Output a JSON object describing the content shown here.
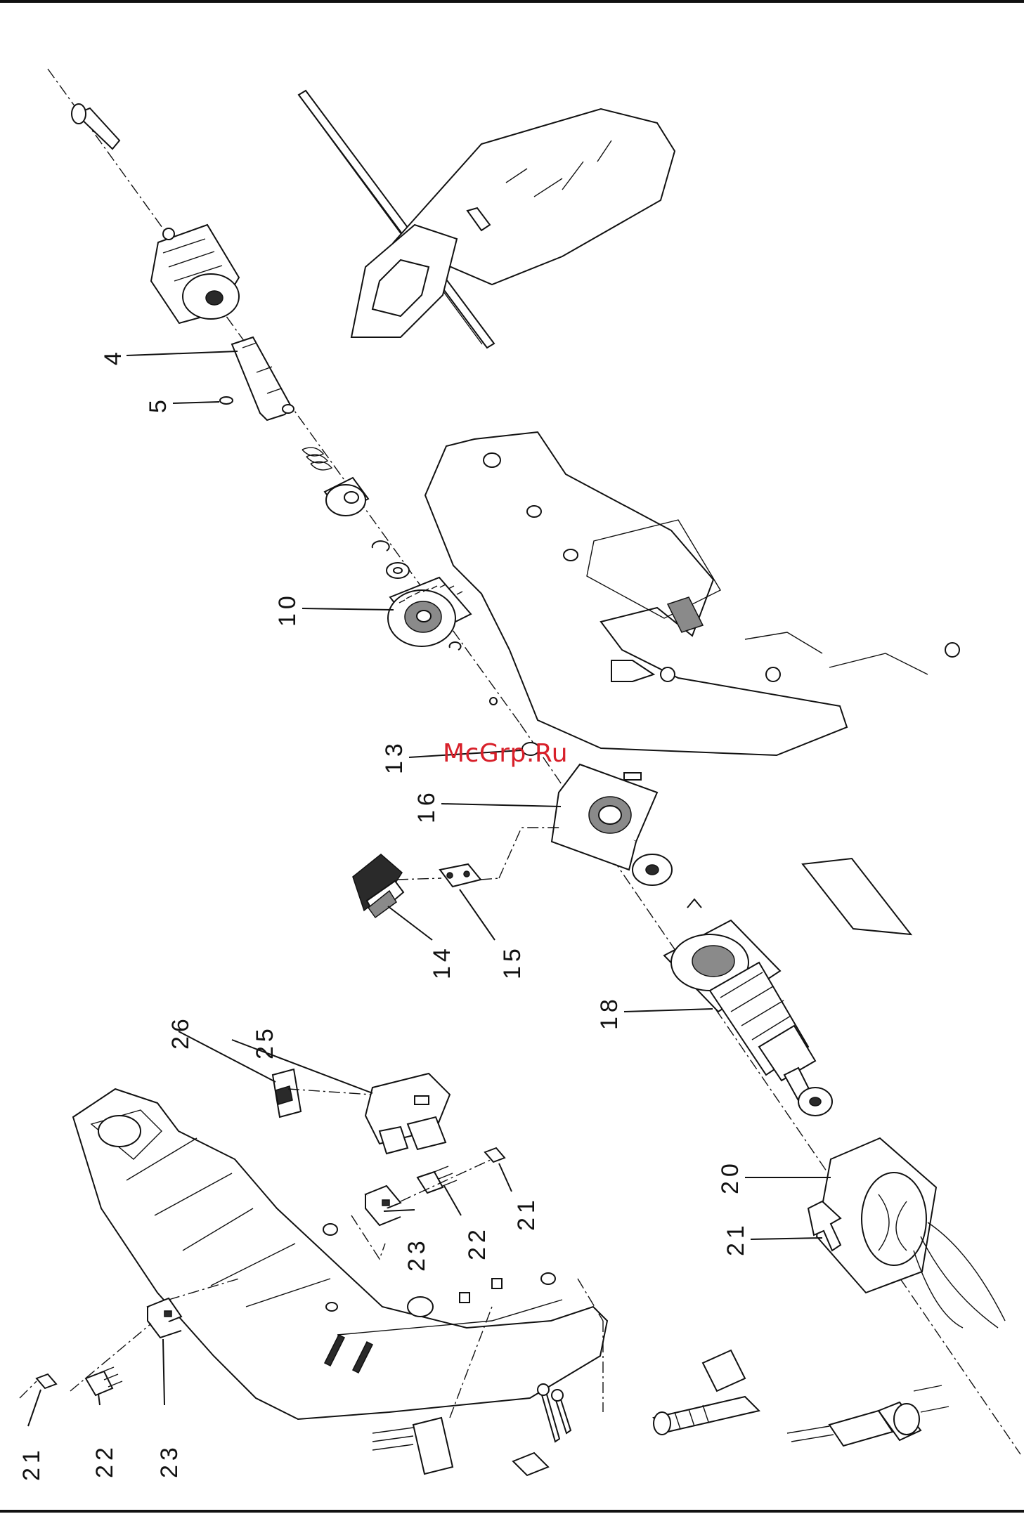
{
  "watermark": "McGrp.Ru",
  "callouts": {
    "c4": "4",
    "c5": "5",
    "c10": "10",
    "c13": "13",
    "c14": "14",
    "c15": "15",
    "c16": "16",
    "c18": "18",
    "c20": "20",
    "c21a": "21",
    "c21b": "21",
    "c21c": "21",
    "c22a": "22",
    "c22b": "22",
    "c23a": "23",
    "c23b": "23",
    "c25": "25",
    "c26": "26"
  }
}
